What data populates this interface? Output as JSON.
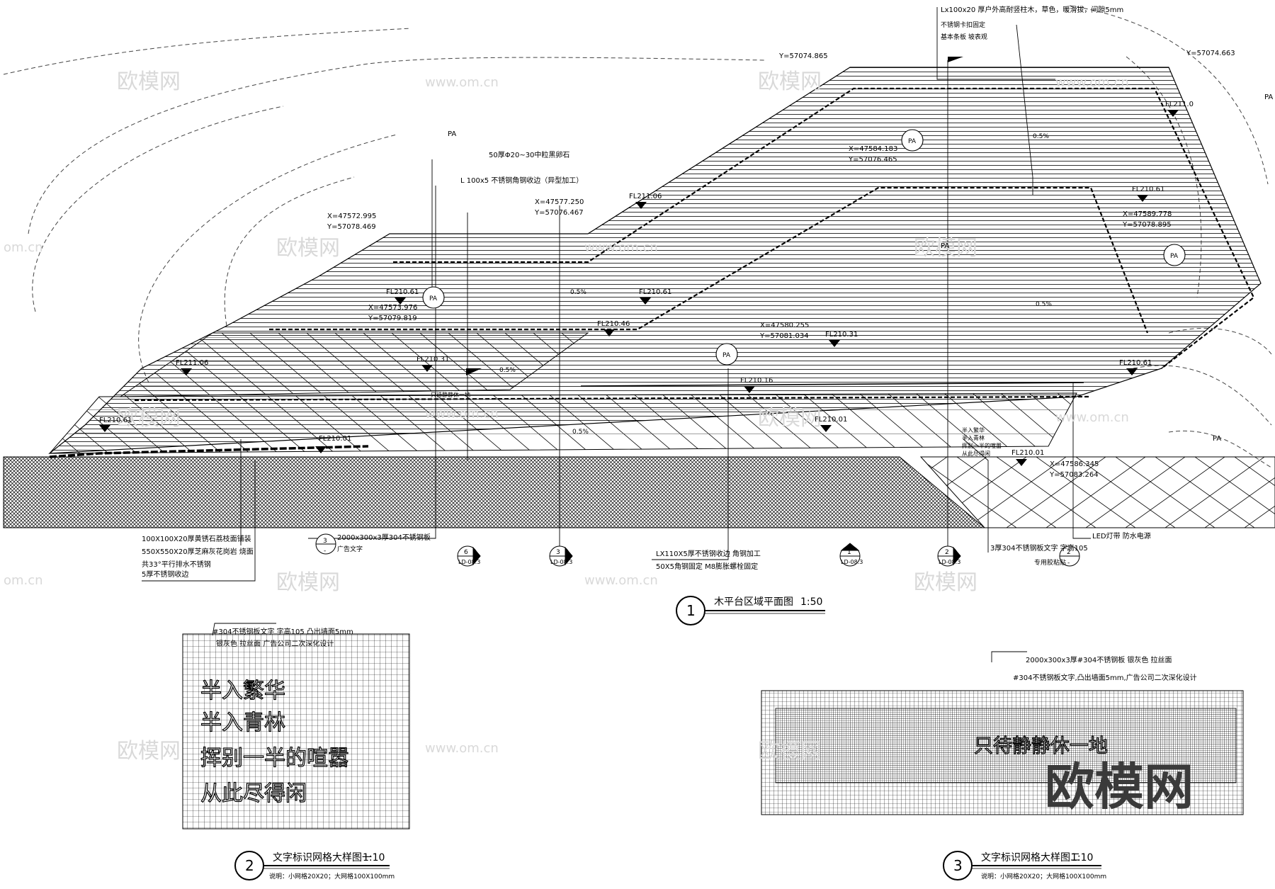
{
  "watermark": {
    "brand": "欧模网",
    "url": "www.om.cn",
    "partial_url": "om.cn",
    "big_logo": "欧模网"
  },
  "views": {
    "plan": {
      "number": "1",
      "title": "木平台区域平面图",
      "scale": "1:50"
    },
    "detail_2": {
      "number": "2",
      "title": "文字标识网格大样图一",
      "scale": "1:10",
      "note": "说明：小网格20X20；大网格100X100mm"
    },
    "detail_3": {
      "number": "3",
      "title": "文字标识网格大样图二",
      "scale": "1:10",
      "note": "说明：小网格20X20；大网格100X100mm"
    }
  },
  "plan_labels": {
    "top_note_1": "Lx100x20 厚户外高耐竖柱木，草色，暖滑拔，间隙5mm",
    "top_note_2": "不锈钢卡扣固定",
    "top_note_3": "基本条板 坡表观",
    "stone_note": "50厚Φ20~30中粒黑卵石",
    "angle_note": "L 100x5 不锈钢角钢收边（异型加工）",
    "pa": "PA",
    "pa_far_right": "PA",
    "pa_lower_right": "PA",
    "y_top_left": "Y=57074.865",
    "y_top_right": "Y=57074.663",
    "fl_top_right": "FL211.0",
    "fl_211_06_a": "FL211.06",
    "fl_211_06_b": "FL211.06",
    "fl_210_61_a": "FL210.61",
    "fl_210_61_b": "FL210.61",
    "fl_210_61_c": "FL210.61",
    "fl_210_61_d": "FL210.61",
    "fl_210_61_e": "FL210.61",
    "fl_210_46": "FL210.46",
    "fl_210_31_a": "FL210.31",
    "fl_210_31_b": "FL210.31",
    "fl_210_16": "FL210.16",
    "fl_210_01_a": "FL210.01",
    "fl_210_01_b": "FL210.01",
    "fl_210_01_c": "FL210.01",
    "coord_1_x": "X=47572.995",
    "coord_1_y": "Y=57078.469",
    "coord_2_x": "X=47577.250",
    "coord_2_y": "Y=57076.467",
    "coord_3_x": "X=47584.183",
    "coord_3_y": "Y=57076.465",
    "coord_4_x": "X=47589.778",
    "coord_4_y": "Y=57078.895",
    "coord_5_x": "X=47573.976",
    "coord_5_y": "Y=57079.819",
    "coord_6_x": "X=47580.255",
    "coord_6_y": "Y=57081.034",
    "coord_7_x": "X=47586.345",
    "coord_7_y": "Y=57083.264",
    "slope": "0.5%",
    "inline_text": "只待静静休一地",
    "bl_note_1": "100X100X20厚黄锈石荔枝面铺装",
    "bl_note_2": "550X550X20厚芝麻灰花岗岩 烧面",
    "bl_note_3": "共33°平行排水不锈钢",
    "bl_note_4": "5厚不锈钢收边",
    "callout_3_note": "2000x300x3厚304不锈钢板",
    "callout_3_sub": "广告文字",
    "lx_note_1": "LX110X5厚不锈钢收边  角钢加工",
    "lx_note_2": "50X5角钢固定 M8膨胀螺栓固定",
    "br_note_1": "3厚304不锈钢板文字 字高105",
    "br_note_2": "专用胶粘贴",
    "led_note": "LED灯带  防水电源",
    "wide_text_1": "半入繁华",
    "wide_text_2": "半入青林",
    "wide_text_3": "挥别一半的喧嚣",
    "wide_text_4": "从此尽得闲",
    "sec_ref_6": "6",
    "sec_ref_6_sheet": "LD-08.3",
    "sec_ref_3": "3",
    "sec_ref_3_sheet": "LD-08.3",
    "sec_ref_1": "1",
    "sec_ref_1_sheet": "LD-08.3",
    "sec_ref_2": "2",
    "sec_ref_2_sheet": "LD-08.3",
    "cb_3": "3",
    "cb_2": "2",
    "cb_dash": "-"
  },
  "detail_2_labels": {
    "note_1": "#304不锈钢板文字  字高105  凸出墙面5mm",
    "note_2": "银灰色  拉丝面  广告公司二次深化设计",
    "lines": [
      "半入繁华",
      "半入青林",
      "挥别一半的喧嚣",
      "从此尽得闲"
    ]
  },
  "detail_3_labels": {
    "note_1": "2000x300x3厚#304不锈钢板  银灰色  拉丝面",
    "note_2": "#304不锈钢板文字,凸出墙面5mm,广告公司二次深化设计",
    "line": "只待静静休一地"
  }
}
